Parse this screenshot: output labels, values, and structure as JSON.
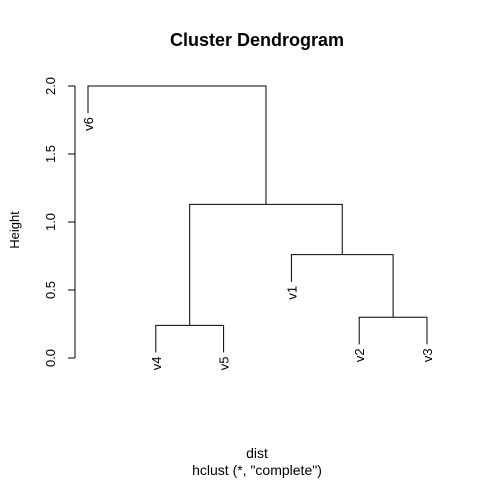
{
  "chart_data": {
    "type": "dendrogram",
    "title": "Cluster Dendrogram",
    "ylabel": "Height",
    "xlabel": "dist",
    "sub": "hclust (*, \"complete\")",
    "ylim": [
      0,
      2
    ],
    "yticks": [
      "0.0",
      "0.5",
      "1.0",
      "1.5",
      "2.0"
    ],
    "ytick_values": [
      0,
      0.5,
      1.0,
      1.5,
      2.0
    ],
    "leaf_order": [
      "v6",
      "v4",
      "v5",
      "v1",
      "v2",
      "v3"
    ],
    "merges": [
      {
        "left": "v4",
        "right": "v5",
        "height": 0.24
      },
      {
        "left": "v2",
        "right": "v3",
        "height": 0.3
      },
      {
        "left": "v1",
        "right": "(v2, v3)",
        "height": 0.76
      },
      {
        "left": "(v4, v5)",
        "right": "(v1, (v2, v3))",
        "height": 1.13
      },
      {
        "left": "v6",
        "right": "((v4, v5), (v1, (v2, v3)))",
        "height": 2.0
      }
    ]
  }
}
